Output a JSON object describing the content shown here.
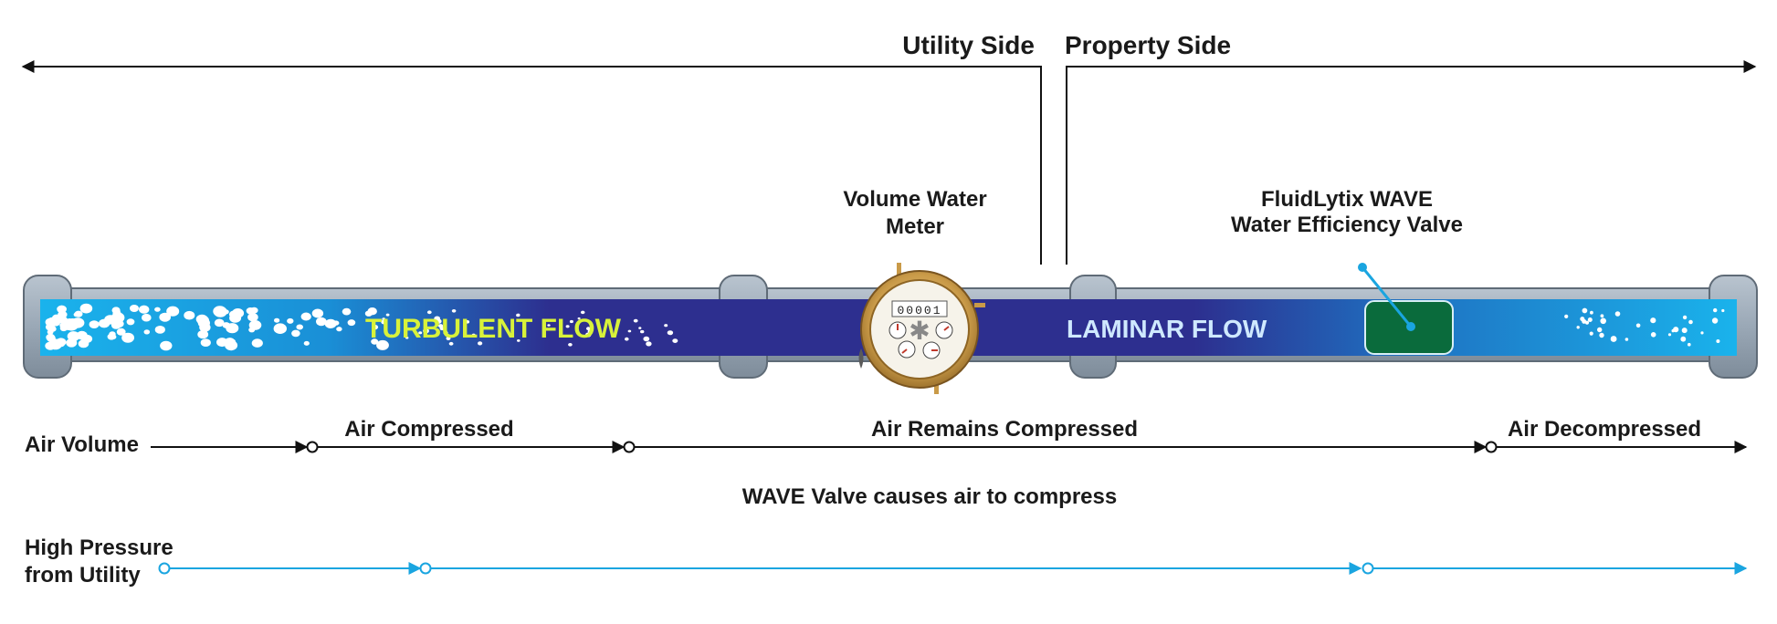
{
  "header": {
    "utility_side": "Utility Side",
    "property_side": "Property Side"
  },
  "meter": {
    "label_line1": "Volume Water",
    "label_line2": "Meter",
    "odometer": "00001"
  },
  "valve": {
    "label_line1": "FluidLytix WAVE",
    "label_line2": "Water Efficiency Valve"
  },
  "pipe": {
    "turbulent_label": "TURBULENT FLOW",
    "laminar_label": "LAMINAR FLOW"
  },
  "air_row": {
    "title": "Air Volume",
    "stage1": "Air Compressed",
    "stage2": "Air Remains Compressed",
    "stage3": "Air Decompressed"
  },
  "caption": "WAVE Valve causes air to compress",
  "pressure_row": {
    "title_line1": "High Pressure",
    "title_line2": "from Utility"
  },
  "colors": {
    "pipe_gray": "#9aa8b6",
    "pipe_outline": "#5f6b77",
    "water_light": "#1ab3ec",
    "water_dark": "#2d2f8f",
    "turbulent_text": "#d8f23a",
    "laminar_text": "#cfe9ff",
    "valve_green": "#0a6b3c",
    "pressure_blue": "#1aa5e0",
    "meter_brass": "#c99a48"
  }
}
